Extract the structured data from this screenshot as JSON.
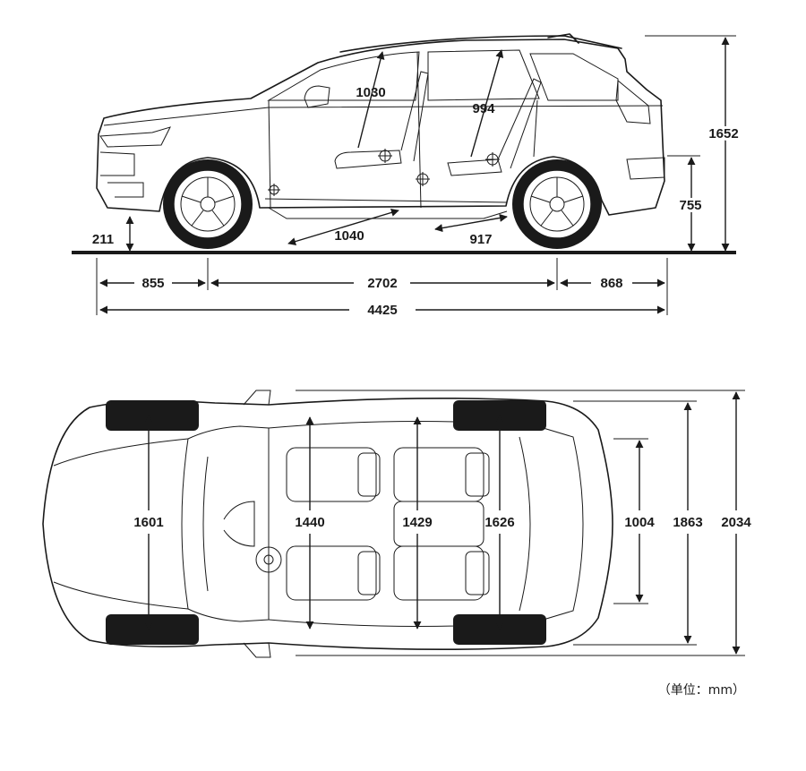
{
  "side_view": {
    "front_headroom": "1030",
    "rear_headroom": "994",
    "front_legroom": "1040",
    "rear_legroom": "917",
    "overall_height": "1652",
    "loading_height": "755",
    "ground_clearance": "211",
    "front_overhang": "855",
    "wheelbase": "2702",
    "rear_overhang": "868",
    "overall_length": "4425"
  },
  "top_view": {
    "front_track": "1601",
    "front_shoulder_width": "1440",
    "rear_shoulder_width": "1429",
    "rear_track": "1626",
    "cargo_width": "1004",
    "body_width": "1863",
    "width_with_mirrors": "2034"
  },
  "unit_note": "（单位：mm）",
  "colors": {
    "ink": "#1a1a1a",
    "background": "#ffffff"
  }
}
